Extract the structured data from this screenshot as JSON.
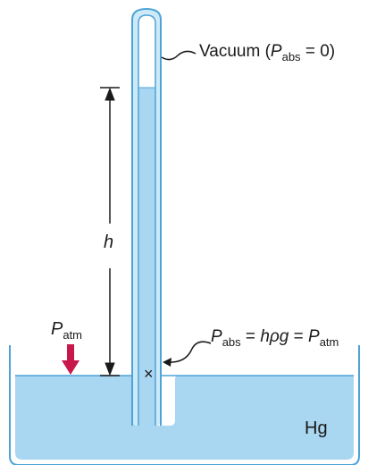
{
  "colors": {
    "fluid": "#a9d6f0",
    "fluid_dark": "#8cc5e8",
    "glass": "#cdeaf8",
    "outline": "#4fa3d8",
    "arrow": "#c8184a",
    "ink": "#1a1a1a"
  },
  "labels": {
    "vacuum_text": "Vacuum (",
    "vacuum_P": "P",
    "vacuum_sub": "abs",
    "vacuum_rest": " = 0)",
    "h": "h",
    "patm_P": "P",
    "patm_sub": "atm",
    "pabs_P": "P",
    "pabs_sub": "abs",
    "pabs_eq1": " = ",
    "pabs_hpg": "hρg",
    "pabs_eq2": " = ",
    "pabs_P2": "P",
    "pabs_sub2": "atm",
    "point_marker": "×",
    "hg": "Hg"
  }
}
